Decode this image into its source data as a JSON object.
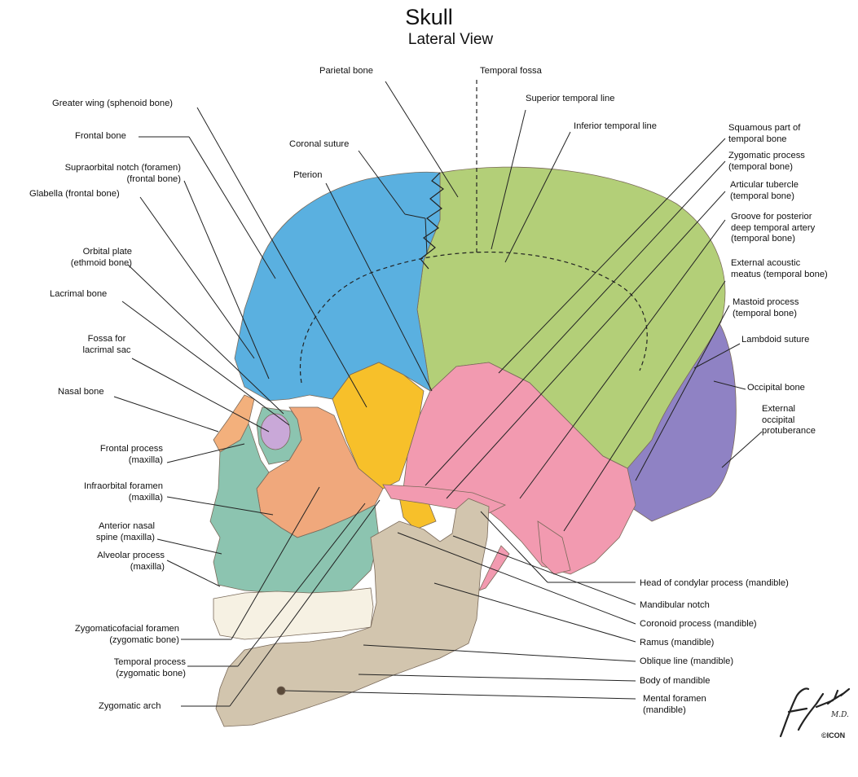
{
  "title": "Skull",
  "subtitle": "Lateral View",
  "colors": {
    "frontal": "#5ab0e0",
    "parietal": "#b3cf78",
    "temporal": "#f29ab0",
    "sphenoid": "#f7c02a",
    "zygomatic": "#f0a87c",
    "occipital": "#8f82c4",
    "maxilla": "#8cc4b0",
    "mandible": "#d2c5ae",
    "nasal": "#f3b07c",
    "teeth": "#f6f1e3",
    "leader": "#222222"
  },
  "labels": {
    "parietal_bone": "Parietal bone",
    "temporal_fossa": "Temporal fossa",
    "greater_wing": "Greater wing (sphenoid bone)",
    "superior_temporal_line": "Superior temporal line",
    "frontal_bone": "Frontal bone",
    "inferior_temporal_line": "Inferior temporal line",
    "coronal_suture": "Coronal suture",
    "supraorbital_notch_1": "Supraorbital notch (foramen)",
    "supraorbital_notch_2": "(frontal bone)",
    "pterion": "Pterion",
    "glabella": "Glabella (frontal bone)",
    "squamous_1": "Squamous part of",
    "squamous_2": "temporal bone",
    "zygomatic_process_1": "Zygomatic process",
    "zygomatic_process_2": "(temporal bone)",
    "articular_tubercle_1": "Articular tubercle",
    "articular_tubercle_2": "(temporal bone)",
    "groove_1": "Groove for posterior",
    "groove_2": "deep temporal artery",
    "groove_3": "(temporal bone)",
    "orbital_plate_1": "Orbital plate",
    "orbital_plate_2": "(ethmoid bone)",
    "external_acoustic_1": "External acoustic",
    "external_acoustic_2": "meatus (temporal bone)",
    "lacrimal_bone": "Lacrimal bone",
    "mastoid_1": "Mastoid process",
    "mastoid_2": "(temporal bone)",
    "fossa_lacrimal_1": "Fossa for",
    "fossa_lacrimal_2": "lacrimal sac",
    "lambdoid_suture": "Lambdoid suture",
    "nasal_bone": "Nasal bone",
    "occipital_bone": "Occipital bone",
    "ext_occipital_1": "External",
    "ext_occipital_2": "occipital",
    "ext_occipital_3": "protuberance",
    "frontal_process_1": "Frontal process",
    "frontal_process_2": "(maxilla)",
    "infraorbital_1": "Infraorbital foramen",
    "infraorbital_2": "(maxilla)",
    "anterior_nasal_1": "Anterior nasal",
    "anterior_nasal_2": "spine (maxilla)",
    "alveolar_1": "Alveolar process",
    "alveolar_2": "(maxilla)",
    "head_condylar": "Head of condylar process (mandible)",
    "mandibular_notch": "Mandibular notch",
    "coronoid": "Coronoid process (mandible)",
    "zygomaticofacial_1": "Zygomaticofacial foramen",
    "zygomaticofacial_2": "(zygomatic bone)",
    "ramus": "Ramus (mandible)",
    "temporal_process_1": "Temporal process",
    "temporal_process_2": "(zygomatic bone)",
    "oblique_line": "Oblique line (mandible)",
    "body_mandible": "Body of mandible",
    "zygomatic_arch": "Zygomatic  arch",
    "mental_foramen_1": "Mental foramen",
    "mental_foramen_2": "(mandible)"
  },
  "signature": {
    "name": "F. Netter",
    "suffix": "M.D.",
    "copyright": "©ICON"
  }
}
